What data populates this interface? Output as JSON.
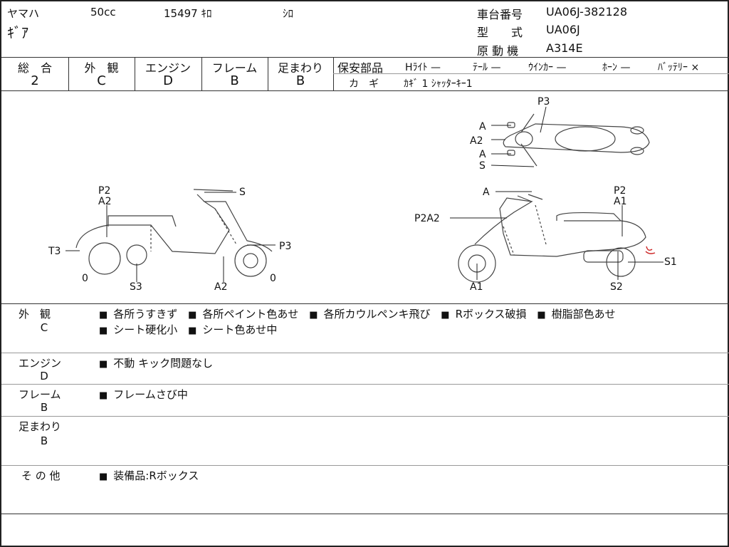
{
  "header": {
    "maker": "ヤマハ",
    "displacement": "50cc",
    "mileage": "15497 ｷﾛ",
    "color": "ｼﾛ",
    "model_name": "ｷﾞｱ",
    "frame_no_label": "車台番号",
    "frame_no": "UA06J-382128",
    "type_label": "型　　式",
    "type": "UA06J",
    "engine_label": "原 動 機",
    "engine": "A314E"
  },
  "grades": [
    {
      "label": "総　合",
      "value": "2"
    },
    {
      "label": "外　観",
      "value": "C"
    },
    {
      "label": "エンジン",
      "value": "D"
    },
    {
      "label": "フレーム",
      "value": "B"
    },
    {
      "label": "足まわり",
      "value": "B"
    }
  ],
  "parts": {
    "label": "保安部品",
    "items": [
      "Hﾗｲﾄ —",
      "ﾃｰﾙ —",
      "ｳｲﾝｶｰ —",
      "ﾎｰﾝ —",
      "ﾊﾞｯﾃﾘｰ ×"
    ],
    "key_label": "カ　ギ",
    "key_value": "ｶｷﾞ 1  ｼｬｯﾀｰｷｰ1"
  },
  "diagram": {
    "top_view": [
      "P3",
      "A",
      "A2",
      "A",
      "S"
    ],
    "left_view": [
      "P2",
      "A2",
      "S",
      "T3",
      "P3",
      "0",
      "S3",
      "A2",
      "0"
    ],
    "right_view": [
      "A",
      "P2",
      "A1",
      "P2A2",
      "S1",
      "A1",
      "S2"
    ]
  },
  "remarks": [
    {
      "label": "外　観",
      "grade": "C",
      "lines": [
        [
          "各所うすきず",
          "各所ペイント色あせ",
          "各所カウルペンキ飛び",
          "Rボックス破損",
          "樹脂部色あせ"
        ],
        [
          "シート硬化小",
          "シート色あせ中"
        ]
      ]
    },
    {
      "label": "エンジン",
      "grade": "D",
      "lines": [
        [
          "不動  キック問題なし"
        ]
      ]
    },
    {
      "label": "フレーム",
      "grade": "B",
      "lines": [
        [
          "フレームさび中"
        ]
      ]
    },
    {
      "label": "足まわり",
      "grade": "B",
      "lines": []
    },
    {
      "label": "そ の 他",
      "grade": "",
      "lines": [
        [
          "装備品:Rボックス"
        ]
      ]
    }
  ],
  "colors": {
    "line": "#333333",
    "damage_mark": "#cc2222"
  }
}
